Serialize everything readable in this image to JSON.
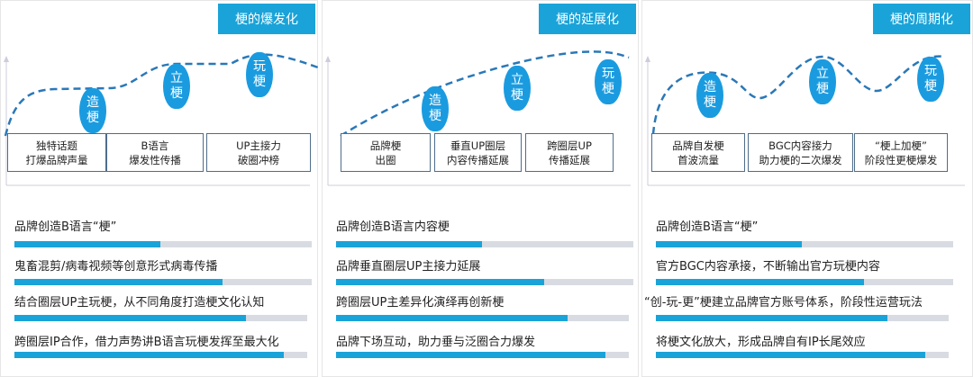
{
  "panels": [
    {
      "title": "梗的爆发化",
      "pills": [
        [
          "造",
          "梗"
        ],
        [
          "立",
          "梗"
        ],
        [
          "玩",
          "梗"
        ]
      ],
      "boxes": [
        [
          "独特话题",
          "打爆品牌声量"
        ],
        [
          "B语言",
          "爆发性传播"
        ],
        [
          "UP主接力",
          "破圈冲榜"
        ]
      ],
      "items": [
        {
          "label": "品牌创造B语言“梗”",
          "progress": 49
        },
        {
          "label": "鬼畜混剪/病毒视频等创意形式病毒传播",
          "progress": 70
        },
        {
          "label": "结合圈层UP主玩梗，从不同角度打造梗文化认知",
          "progress": 79
        },
        {
          "label": "跨圈层IP合作，借力声势讲B语言玩梗发挥至最大化",
          "progress": 92
        }
      ]
    },
    {
      "title": "梗的延展化",
      "pills": [
        [
          "造",
          "梗"
        ],
        [
          "立",
          "梗"
        ],
        [
          "玩",
          "梗"
        ]
      ],
      "boxes": [
        [
          "品牌梗",
          "出圈"
        ],
        [
          "垂直UP圈层",
          "内容传播延展"
        ],
        [
          "跨圈层UP",
          "传播延展"
        ]
      ],
      "items": [
        {
          "label": "品牌创造B语言内容梗",
          "progress": 49
        },
        {
          "label": "品牌垂直圈层UP主接力延展",
          "progress": 70
        },
        {
          "label": "跨圈层UP主差异化演绎再创新梗",
          "progress": 79
        },
        {
          "label": "品牌下场互动，助力垂与泛圈合力爆发",
          "progress": 92
        }
      ]
    },
    {
      "title": "梗的周期化",
      "pills": [
        [
          "造",
          "梗"
        ],
        [
          "立",
          "梗"
        ],
        [
          "玩",
          "梗"
        ]
      ],
      "boxes": [
        [
          "品牌自发梗",
          "首波流量"
        ],
        [
          "BGC内容接力",
          "助力梗的二次爆发"
        ],
        [
          "“梗上加梗”",
          "阶段性更梗爆发"
        ]
      ],
      "items": [
        {
          "label": "品牌创造B语言“梗”",
          "progress": 49
        },
        {
          "label": "官方BGC内容承接，不断输出官方玩梗内容",
          "progress": 70
        },
        {
          "label": "“创-玩-更”梗建立品牌官方账号体系，阶段性运营玩法",
          "progress": 79
        },
        {
          "label": "将梗文化放大，形成品牌自有IP长尾效应",
          "progress": 92
        }
      ]
    }
  ]
}
